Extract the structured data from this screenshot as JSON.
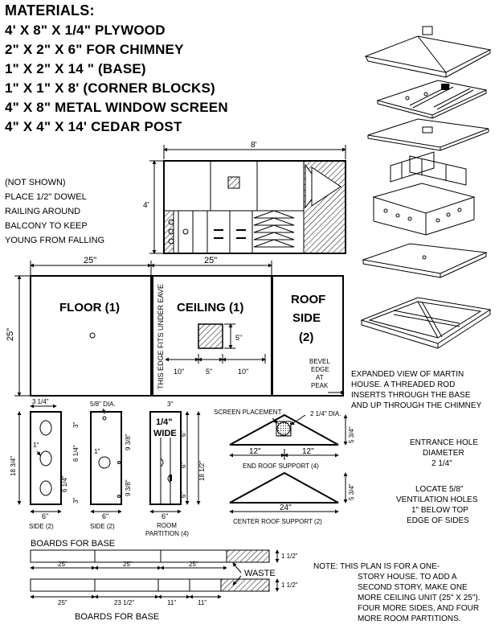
{
  "materials": {
    "heading": "MATERIALS:",
    "items": [
      "4' X 8\" X 1/4\" PLYWOOD",
      "2\" X 2\" X 6\" FOR CHIMNEY",
      "1\" X 2\" X 14 \" (BASE)",
      "1\" X 1\" X 8' (CORNER BLOCKS)",
      "4\" X 8\" METAL WINDOW SCREEN",
      "4\" X 4\" X 14' CEDAR POST"
    ]
  },
  "sheet": {
    "width_label": "8'",
    "height_label": "4'"
  },
  "note_dowel": [
    "(NOT SHOWN)",
    "PLACE 1/2\" DOWEL",
    "RAILING AROUND",
    "BALCONY TO KEEP",
    "YOUNG FROM FALLING"
  ],
  "panels": {
    "dim_25a": "25\"",
    "dim_25b": "25\"",
    "dim_25v": "25\"",
    "floor": "FLOOR (1)",
    "ceiling": "CEILING (1)",
    "roof_side_1": "ROOF",
    "roof_side_2": "SIDE",
    "roof_side_3": "(2)",
    "eave_note": "THIS EDGE FITS UNDER EAVE",
    "dim_5v": "5\"",
    "dim_10a": "10\"",
    "dim_5h": "5\"",
    "dim_10b": "10\"",
    "bevel": [
      "BEVEL",
      "EDGE",
      "AT",
      "PEAK"
    ]
  },
  "expanded_note": [
    "EXPANDED VIEW OF MARTIN",
    "HOUSE.  A THREADED ROD",
    "INSERTS THROUGH THE BASE",
    "AND UP THROUGH THE CHIMNEY"
  ],
  "side": {
    "w_top": "3 1/4\"",
    "h_total": "18 3/4\"",
    "d1": "3\"",
    "d_mid1": "6 1/4\"",
    "d_mid2": "6 1/4\"",
    "d3": "3\"",
    "hole": "1\"",
    "w": "6\"",
    "label": "SIDE (2)"
  },
  "side2": {
    "dia": "5/8\" DIA.",
    "hole": "1\"",
    "h1": "9 3/8\"",
    "h2": "9 3/8\"",
    "w": "6\"",
    "label": "SIDE (2)"
  },
  "partition": {
    "top": "3\"",
    "wide1": "1/4\"",
    "wide2": "WIDE",
    "h1": "6\"",
    "h2": "6\"",
    "h3": "6\"",
    "htot": "18 1/2\"",
    "w": "6\"",
    "label1": "ROOM",
    "label2": "PARTITION (4)"
  },
  "end_roof": {
    "screen": "SCREEN PLACEMENT",
    "dia": "2 1/4\" DIA.",
    "dim_a": "12\"",
    "dim_b": "12\"",
    "h": "5 3/4\"",
    "label": "END ROOF SUPPORT (4)"
  },
  "center_roof": {
    "w": "24\"",
    "h": "5 3/4\"",
    "label": "CENTER ROOF SUPPORT (2)"
  },
  "entrance": [
    "ENTRANCE HOLE",
    "DIAMETER",
    "2 1/4\""
  ],
  "vent": [
    "LOCATE 5/8\"",
    "VENTILATION HOLES",
    "1\" BELOW TOP",
    "EDGE OF SIDES"
  ],
  "boards": {
    "top_title": "BOARDS FOR BASE",
    "bottom_title": "BOARDS FOR BASE",
    "r1": [
      "25\"",
      "25\"",
      "25\""
    ],
    "r1h": "1 1/2\"",
    "waste": "WASTE",
    "r2": [
      "25\"",
      "23 1/2\"",
      "11\"",
      "11\""
    ],
    "r2h": "1 1/2\""
  },
  "note": [
    "NOTE:  THIS PLAN IS FOR A ONE-",
    "STORY HOUSE.  TO ADD A",
    "SECOND STORY, MAKE ONE",
    "MORE CEILING UNIT (25\" X 25\").",
    "FOUR MORE SIDES, AND FOUR",
    "MORE ROOM PARTITIONS."
  ]
}
